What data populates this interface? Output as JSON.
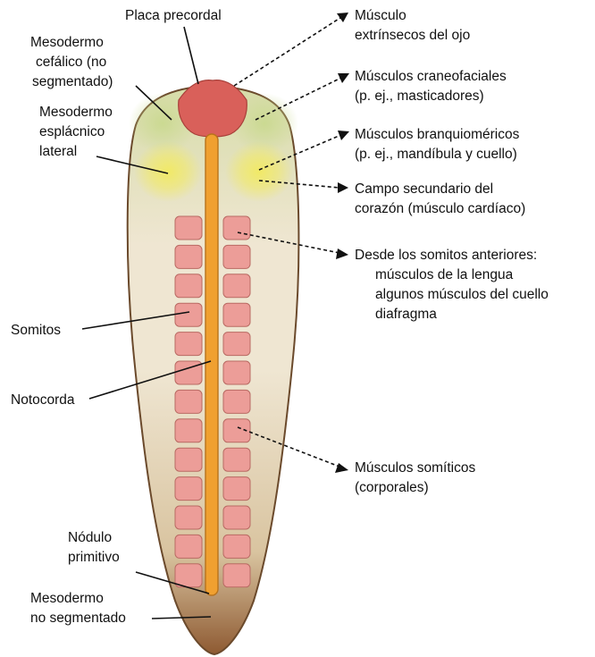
{
  "labels": {
    "placa_precordal": "Placa precordal",
    "mesodermo_cefalico": [
      "Mesodermo",
      "cefálico (no",
      "segmentado)"
    ],
    "mesodermo_esplacnico": [
      "Mesodermo",
      "esplácnico",
      "lateral"
    ],
    "somitos": "Somitos",
    "notocorda": "Notocorda",
    "nodulo_primitivo": [
      "Nódulo",
      "primitivo"
    ],
    "mesodermo_no_segmentado": [
      "Mesodermo",
      "no segmentado"
    ]
  },
  "targets": {
    "musculo_extrinsecos": [
      "Músculo",
      "extrínsecos del ojo"
    ],
    "musculos_craneofaciales": [
      "Músculos craneofaciales",
      "(p. ej., masticadores)"
    ],
    "musculos_branquiomericos": [
      "Músculos branquioméricos",
      "(p. ej., mandíbula y cuello)"
    ],
    "campo_secundario": [
      "Campo secundario del",
      "corazón (músculo cardíaco)"
    ],
    "somitos_anteriores": [
      "Desde los somitos anteriores:",
      "músculos de la lengua",
      "algunos músculos del cuello",
      "diafragma"
    ],
    "musculos_somiticos": [
      "Músculos somíticos",
      "(corporales)"
    ]
  },
  "colors": {
    "embryo_top": "#d6dca8",
    "embryo_mid": "#efe6d2",
    "embryo_bottom": "#8e5a32",
    "outline": "#6b4a2c",
    "precordal_plate": "#d9605a",
    "notochord": "#f0a030",
    "somite": "#ec9d98",
    "somite_outline": "#b96a63",
    "splanchnic_glow": "#f2ea62"
  }
}
